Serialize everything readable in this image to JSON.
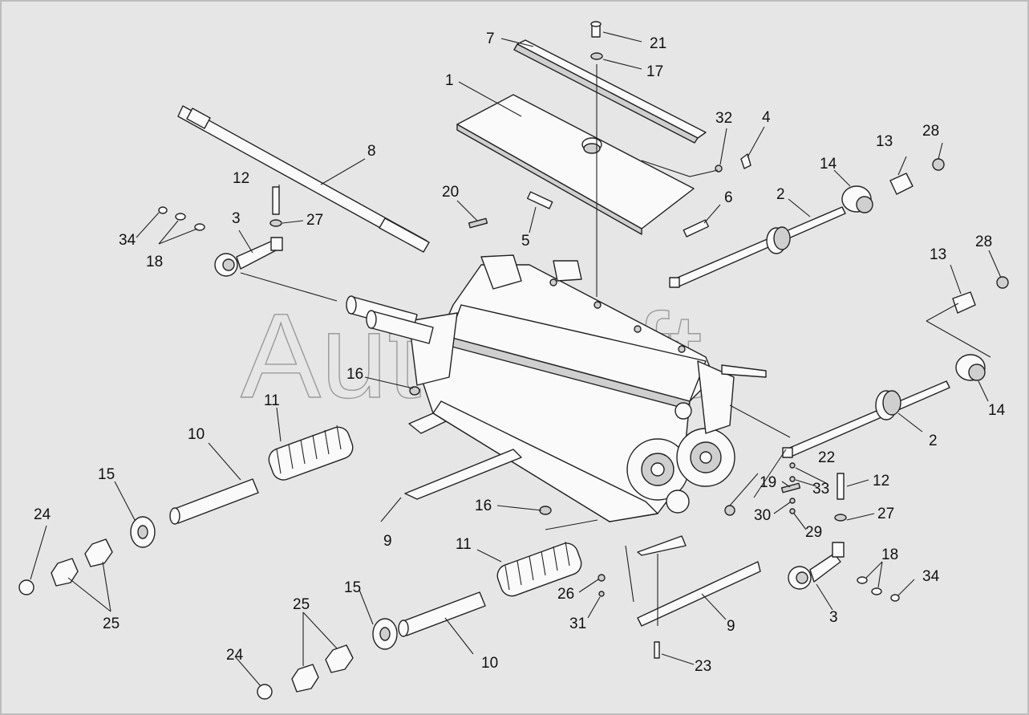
{
  "watermark": "AutoSoft",
  "callouts": [
    {
      "id": "c1",
      "label": "1"
    },
    {
      "id": "c2a",
      "label": "2"
    },
    {
      "id": "c2b",
      "label": "2"
    },
    {
      "id": "c3a",
      "label": "3"
    },
    {
      "id": "c3b",
      "label": "3"
    },
    {
      "id": "c4",
      "label": "4"
    },
    {
      "id": "c5",
      "label": "5"
    },
    {
      "id": "c6",
      "label": "6"
    },
    {
      "id": "c7",
      "label": "7"
    },
    {
      "id": "c8",
      "label": "8"
    },
    {
      "id": "c9a",
      "label": "9"
    },
    {
      "id": "c9b",
      "label": "9"
    },
    {
      "id": "c10a",
      "label": "10"
    },
    {
      "id": "c10b",
      "label": "10"
    },
    {
      "id": "c11a",
      "label": "11"
    },
    {
      "id": "c11b",
      "label": "11"
    },
    {
      "id": "c12a",
      "label": "12"
    },
    {
      "id": "c12b",
      "label": "12"
    },
    {
      "id": "c13a",
      "label": "13"
    },
    {
      "id": "c13b",
      "label": "13"
    },
    {
      "id": "c14a",
      "label": "14"
    },
    {
      "id": "c14b",
      "label": "14"
    },
    {
      "id": "c15a",
      "label": "15"
    },
    {
      "id": "c15b",
      "label": "15"
    },
    {
      "id": "c16a",
      "label": "16"
    },
    {
      "id": "c16b",
      "label": "16"
    },
    {
      "id": "c17",
      "label": "17"
    },
    {
      "id": "c18a",
      "label": "18"
    },
    {
      "id": "c18b",
      "label": "18"
    },
    {
      "id": "c19",
      "label": "19"
    },
    {
      "id": "c20",
      "label": "20"
    },
    {
      "id": "c21",
      "label": "21"
    },
    {
      "id": "c22",
      "label": "22"
    },
    {
      "id": "c23",
      "label": "23"
    },
    {
      "id": "c24a",
      "label": "24"
    },
    {
      "id": "c24b",
      "label": "24"
    },
    {
      "id": "c25a",
      "label": "25"
    },
    {
      "id": "c25b",
      "label": "25"
    },
    {
      "id": "c26",
      "label": "26"
    },
    {
      "id": "c27a",
      "label": "27"
    },
    {
      "id": "c27b",
      "label": "27"
    },
    {
      "id": "c28a",
      "label": "28"
    },
    {
      "id": "c28b",
      "label": "28"
    },
    {
      "id": "c29",
      "label": "29"
    },
    {
      "id": "c30",
      "label": "30"
    },
    {
      "id": "c31",
      "label": "31"
    },
    {
      "id": "c32",
      "label": "32"
    },
    {
      "id": "c33",
      "label": "33"
    },
    {
      "id": "c34a",
      "label": "34"
    },
    {
      "id": "c34b",
      "label": "34"
    }
  ]
}
